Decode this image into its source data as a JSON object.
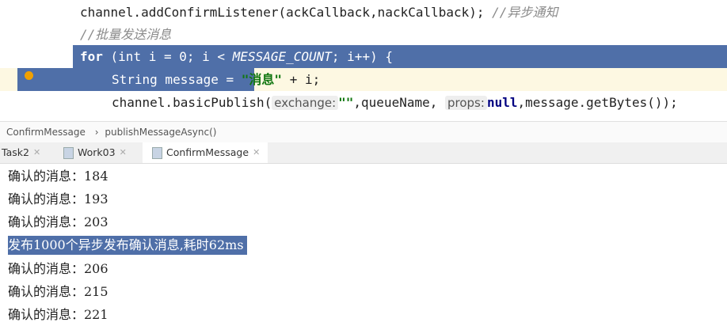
{
  "editor": {
    "line1_code": "channel.addConfirmListener(ackCallback,nackCallback); ",
    "line1_comment": "//异步通知",
    "line2_comment": "//批量发送消息",
    "line3": {
      "kw": "for",
      "rest1": " (int ",
      "i1": "i",
      " rest2": "",
      "mid": " = 0; i < ",
      "const": "MESSAGE_COUNT",
      "tail": "; i++) {"
    },
    "line4": {
      "type": "String message = ",
      "str_open": "\"",
      "str": "消息",
      "str_close": "\"",
      "tail": " + i;"
    },
    "line5": {
      "a": "channel.basicPublish(",
      "hint1": "exchange:",
      "v1": "\"\"",
      "b": ",queueName, ",
      "hint2": "props:",
      "null": "null",
      "c": ",message.getBytes());"
    }
  },
  "breadcrumb": {
    "items": [
      "ConfirmMessage",
      "publishMessageAsync()"
    ],
    "separator": "›"
  },
  "tabs": [
    {
      "label": "Task2"
    },
    {
      "label": "Work03"
    },
    {
      "label": "ConfirmMessage",
      "active": true
    }
  ],
  "console": {
    "lines": [
      "确认的消息：184",
      "确认的消息：193",
      "确认的消息：203",
      "发布1000个异步发布确认消息,耗时62ms",
      "确认的消息：206",
      "确认的消息：215",
      "确认的消息：221"
    ]
  },
  "colors": {
    "selection": "#4f6fa8",
    "current_line": "#fdf8e2",
    "breakpoint": "#f0a000"
  }
}
